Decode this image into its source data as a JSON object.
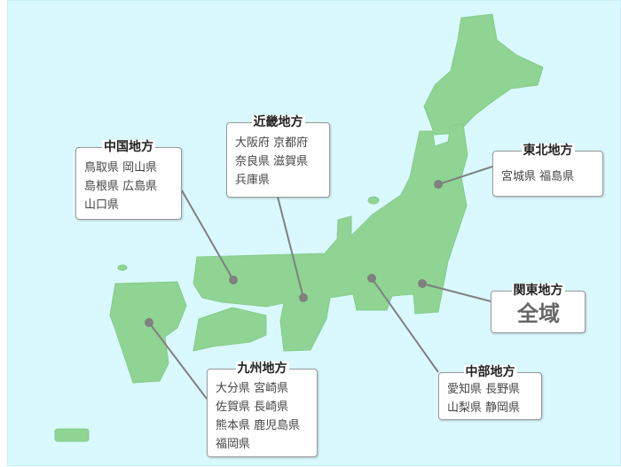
{
  "colors": {
    "sea": "#d9f9ff",
    "land": "#8fd493",
    "marker": "#808080"
  },
  "regions": [
    {
      "name": "中国地方",
      "prefectures": [
        "鳥取県 岡山県",
        "島根県 広島県",
        "山口県"
      ]
    },
    {
      "name": "近畿地方",
      "prefectures": [
        "大阪府 京都府",
        "奈良県 滋賀県",
        "兵庫県"
      ]
    },
    {
      "name": "東北地方",
      "prefectures": [
        "宮城県 福島県"
      ]
    },
    {
      "name": "関東地方",
      "area": "全域"
    },
    {
      "name": "中部地方",
      "prefectures": [
        "愛知県 長野県",
        "山梨県 静岡県"
      ]
    },
    {
      "name": "九州地方",
      "prefectures": [
        "大分県 宮崎県",
        "佐賀県 長崎県",
        "熊本県 鹿児島県",
        "福岡県"
      ]
    }
  ]
}
